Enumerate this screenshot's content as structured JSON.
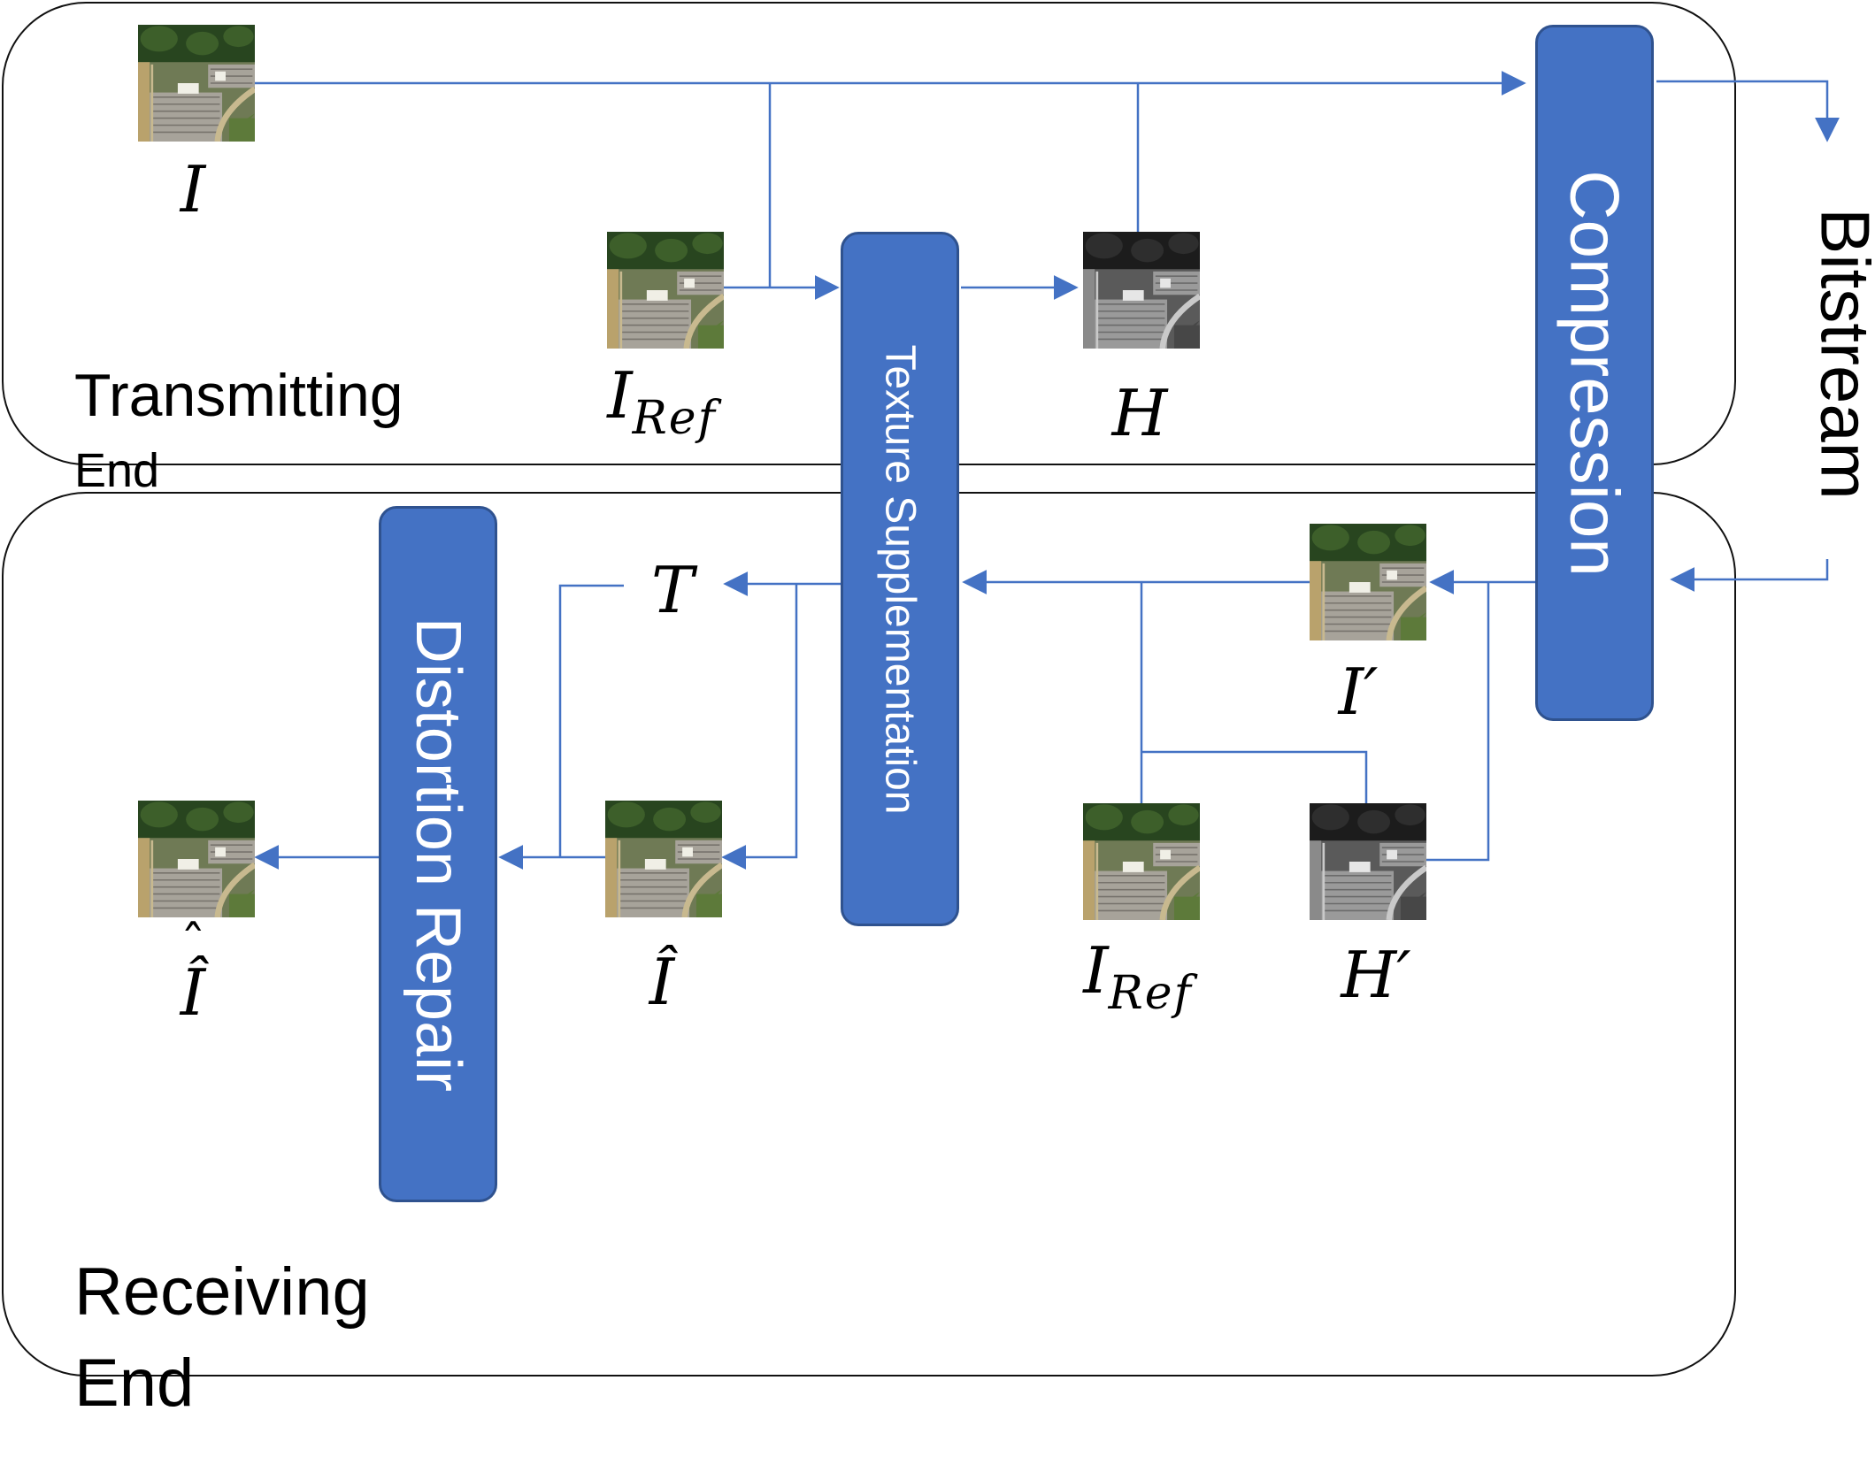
{
  "regions": {
    "transmitting": {
      "line1": "Transmitting",
      "line2": "End"
    },
    "receiving": {
      "line1": "Receiving",
      "line2": "End"
    }
  },
  "blocks": {
    "texture": "Texture Supplementation",
    "compression": "Compression",
    "repair": "Distortion Repair"
  },
  "bitstream": "Bitstream",
  "symbols": {
    "I": "I",
    "I_ref_top": {
      "base": "I",
      "sub": "Ref"
    },
    "H": "H",
    "T": "T",
    "I_prime": "I′",
    "I_ref_bottom": {
      "base": "I",
      "sub": "Ref"
    },
    "H_prime": "H′",
    "I_hat": "Î",
    "I_hathat": "Î"
  },
  "thumbnails": {
    "I": "color",
    "I_ref_top": "color",
    "H": "gray",
    "I_prime": "color",
    "I_ref_bottom": "color",
    "H_prime": "gray",
    "I_hat": "color",
    "I_hathat": "color"
  },
  "colors": {
    "block": "#4472c4",
    "block_border": "#2f528f",
    "arrow": "#4472c4",
    "region_border": "#111111"
  }
}
